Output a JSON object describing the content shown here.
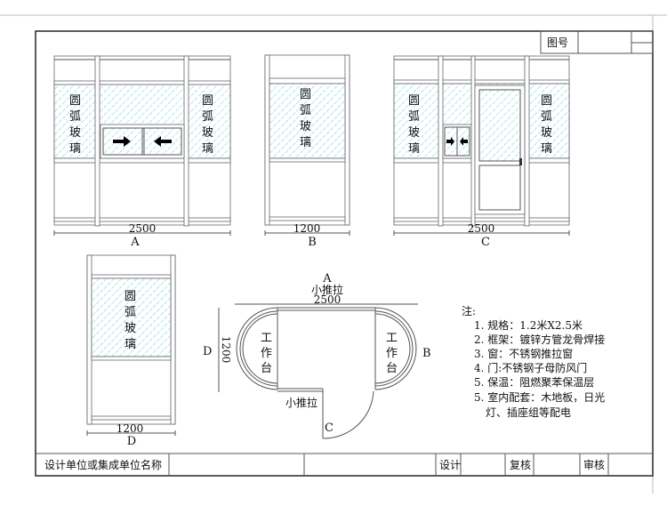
{
  "title_block": {
    "drawing_no_label": "图号",
    "company_label": "设计单位或集成单位名称",
    "design_label": "设计",
    "review_label": "复核",
    "approve_label": "审核"
  },
  "glass_label": [
    "圆",
    "弧",
    "玻",
    "璃"
  ],
  "elevations": [
    {
      "id": "A",
      "width": "2500"
    },
    {
      "id": "B",
      "width": "1200"
    },
    {
      "id": "C",
      "width": "2500"
    },
    {
      "id": "D",
      "width": "1200"
    }
  ],
  "plan": {
    "top_label": "A",
    "top_window": "小推拉",
    "length": "2500",
    "left_label": "D",
    "depth": "1200",
    "right_label": "B",
    "bottom_label": "C",
    "bottom_window": "小推拉",
    "desk": [
      "工",
      "作",
      "台"
    ]
  },
  "notes": {
    "heading": "注:",
    "items": [
      "1. 规格：1.2米X2.5米",
      "2. 框架：镀锌方管龙骨焊接",
      "3. 窗：不锈钢推拉窗",
      "4. 门:不锈钢子母防风门",
      "5. 保温：阻燃聚苯保温层",
      "5. 室内配套：木地板，日光",
      "灯、插座组等配电"
    ]
  },
  "colors": {
    "glass_hatch": "#7fd6e0"
  }
}
